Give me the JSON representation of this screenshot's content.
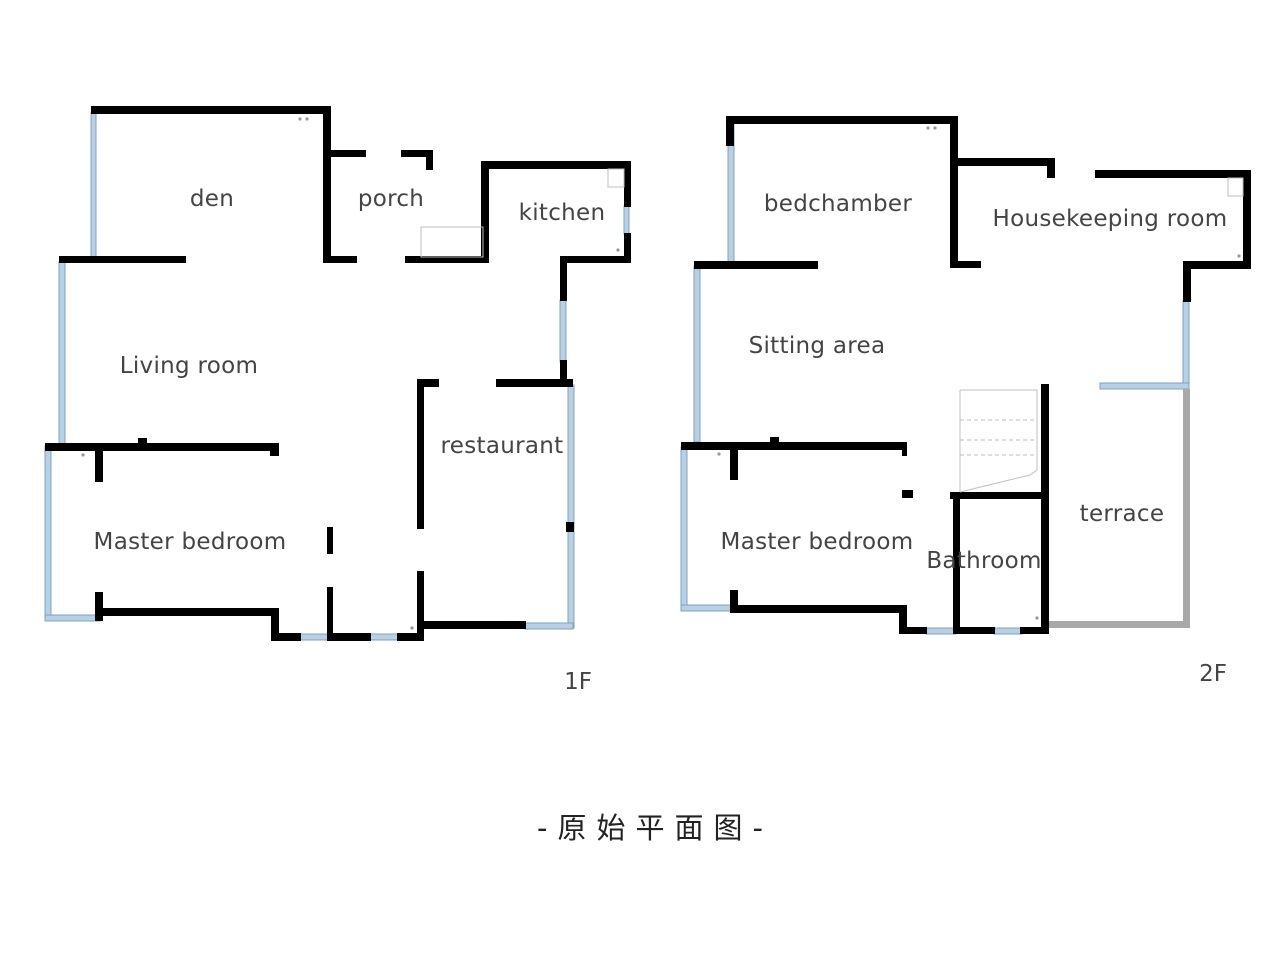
{
  "floor_1": {
    "label": "1F",
    "rooms": {
      "den": "den",
      "porch": "porch",
      "kitchen": "kitchen",
      "living_room": "Living room",
      "restaurant": "restaurant",
      "master_bedroom": "Master bedroom"
    }
  },
  "floor_2": {
    "label": "2F",
    "rooms": {
      "bedchamber": "bedchamber",
      "housekeeping_room": "Housekeeping room",
      "sitting_area": "Sitting area",
      "master_bedroom": "Master bedroom",
      "bathroom": "Bathroom",
      "terrace": "terrace"
    }
  },
  "caption": "-原始平面图-",
  "colors": {
    "wall": "#000000",
    "window": "#b9d0e3",
    "railing": "#a8a8a8",
    "text": "#444444"
  }
}
